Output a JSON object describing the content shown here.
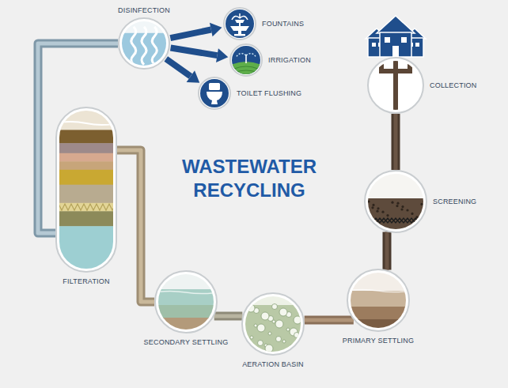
{
  "diagram": {
    "title": "WASTEWATER RECYCLING",
    "nodes": [
      {
        "text": [
          "COLLECTION"
        ]
      },
      {
        "text": [
          "SCREENING"
        ]
      },
      {
        "text": [
          "PRIMARY SETTLING"
        ]
      },
      {
        "text": [
          "AERATION BASIN"
        ]
      },
      {
        "text": [
          "SECONDARY SETTLING"
        ]
      },
      {
        "text": [
          "FILTERATION"
        ]
      },
      {
        "text": [
          "DISINFECTION"
        ]
      },
      {
        "text": [
          "FOUNTAINS"
        ]
      },
      {
        "text": [
          "IRRIGATION"
        ]
      },
      {
        "text": [
          "TOILET FLUSHING"
        ]
      }
    ],
    "edges": [
      {
        "from": 0,
        "to": 1,
        "arrow": "none"
      },
      {
        "from": 1,
        "to": 2,
        "arrow": "none"
      },
      {
        "from": 2,
        "to": 3,
        "arrow": "none"
      },
      {
        "from": 3,
        "to": 4,
        "arrow": "none"
      },
      {
        "from": 4,
        "to": 5,
        "arrow": "none"
      },
      {
        "from": 5,
        "to": 6,
        "arrow": "none"
      },
      {
        "from": 6,
        "to": 7,
        "arrow": "to"
      },
      {
        "from": 6,
        "to": 8,
        "arrow": "to"
      },
      {
        "from": 6,
        "to": 9,
        "arrow": "to"
      }
    ]
  }
}
